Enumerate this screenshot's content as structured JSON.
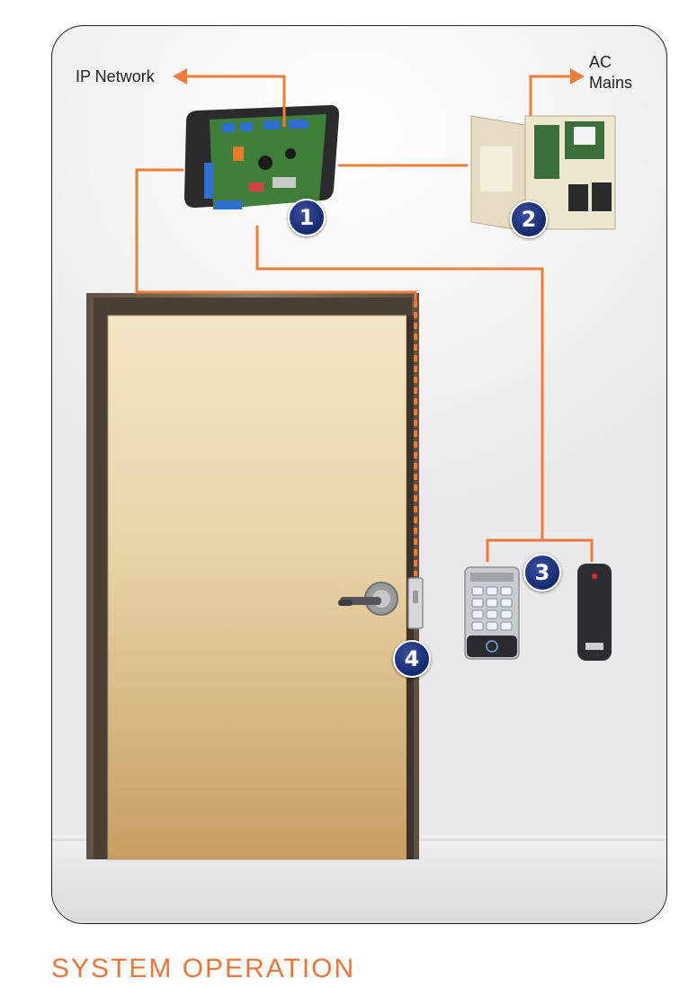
{
  "labels": {
    "ip_network": "IP Network",
    "ac_mains_line1": "AC",
    "ac_mains_line2": "Mains"
  },
  "badges": [
    "1",
    "2",
    "3",
    "4"
  ],
  "section_title": "SYSTEM OPERATION",
  "colors": {
    "wire": "#ee7d3b",
    "badge": "#1c3278",
    "title": "#e8763a",
    "door": "#e3cfa2",
    "door_frame": "#6e5f4e"
  },
  "icons": [
    "controller-board-icon",
    "power-supply-icon",
    "keypad-reader-icon",
    "proximity-reader-icon",
    "door-lever-handle-icon",
    "electric-strike-icon"
  ]
}
